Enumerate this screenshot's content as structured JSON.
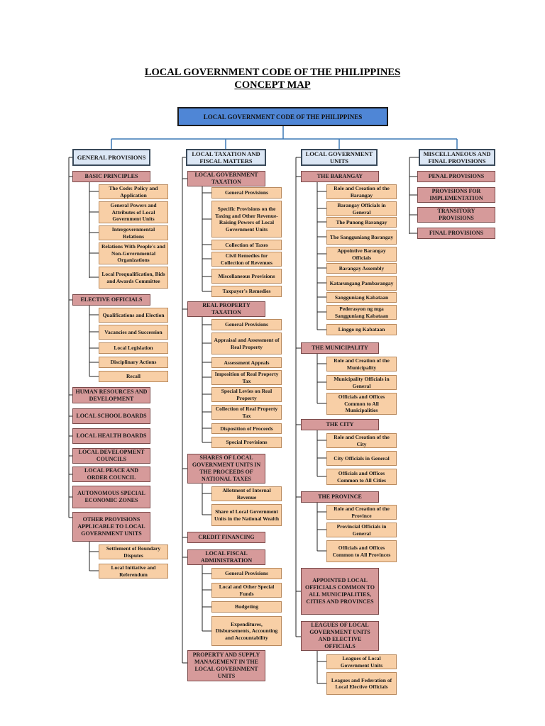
{
  "title": {
    "line1": "LOCAL GOVERNMENT CODE OF THE PHILIPPINES",
    "line2": "CONCEPT MAP"
  },
  "root": "LOCAL GOVERNMENT CODE OF THE PHILIPPINES",
  "general_provisions": {
    "header": "GENERAL PROVISIONS",
    "basic_principles": {
      "label": "BASIC PRINCIPLES",
      "items": [
        "The Code: Policy and Application",
        "General Powers and Attributes of Local Government Units",
        "Intergovernmental Relations",
        "Relations With People's and Non-Governmental Organizations",
        "Local Prequalification, Bids and Awards Committee"
      ]
    },
    "elective_officials": {
      "label": "ELECTIVE OFFICIALS",
      "items": [
        "Qualifications and Election",
        "Vacancies and Succession",
        "Local Legislation",
        "Disciplinary Actions",
        "Recall"
      ]
    },
    "others": [
      "HUMAN RESOURCES AND DEVELOPMENT",
      "LOCAL SCHOOL BOARDS",
      "LOCAL HEALTH BOARDS",
      "LOCAL DEVELOPMENT COUNCILS",
      "LOCAL PEACE AND ORDER COUNCIL",
      "AUTONOMOUS SPECIAL ECONOMIC ZONES"
    ],
    "other_provisions": {
      "label": "OTHER PROVISIONS APPLICABLE TO LOCAL GOVERNMENT UNITS",
      "items": [
        "Settlement of Boundary Disputes",
        "Local Initiative and Referendum"
      ]
    }
  },
  "taxation": {
    "header": "LOCAL TAXATION AND FISCAL MATTERS",
    "lgu_taxation": {
      "label": "LOCAL GOVERNMENT TAXATION",
      "items": [
        "General Provisions",
        "Specific Provisions on the Taxing and Other Revenue-Raising Powers of Local Government Units",
        "Collection of Taxes",
        "Civil Remedies for Collection of Revenues",
        "Miscellaneous Provisions",
        "Taxpayer's Remedies"
      ]
    },
    "real_property": {
      "label": "REAL PROPERTY TAXATION",
      "items": [
        "General Provisions",
        "Appraisal and Assessment of Real Property",
        "Assessment Appeals",
        "Imposition of Real Property Tax",
        "Special Levies on Real Property",
        "Collection of Real Property Tax",
        "Disposition of Proceeds",
        "Special Provisions"
      ]
    },
    "shares": {
      "label": "SHARES OF LOCAL GOVERNMENT UNITS IN THE PROCEEDS OF NATIONAL TAXES",
      "items": [
        "Allotment of Internal Revenue",
        "Share of Local Government Units in the National Wealth"
      ]
    },
    "credit_financing": "CREDIT FINANCING",
    "fiscal_admin": {
      "label": "LOCAL FISCAL ADMINISTRATION",
      "items": [
        "General Provisions",
        "Local and Other Special Funds",
        "Budgeting",
        "Expenditures, Disbursements, Accounting and Accountability"
      ]
    },
    "property_supply": "PROPERTY AND SUPPLY MANAGEMENT IN THE LOCAL GOVERNMENT UNITS"
  },
  "lgu": {
    "header": "LOCAL GOVERNMENT UNITS",
    "barangay": {
      "label": "THE BARANGAY",
      "items": [
        "Role and Creation of the Barangay",
        "Barangay Officials in General",
        "The Punong Barangay",
        "The Sangguniang Barangay",
        "Appointive Barangay Officials",
        "Barangay Assembly",
        "Katarungang Pambarangay",
        "Sangguniang Kabataan",
        "Pederasyon ng mga Sangguniang Kabataan",
        "Linggo ng Kabataan"
      ]
    },
    "municipality": {
      "label": "THE MUNICIPALITY",
      "items": [
        "Role and Creation of the Municipality",
        "Municipality Officials in General",
        "Officials and Offices Common to All Municipalities"
      ]
    },
    "city": {
      "label": "THE CITY",
      "items": [
        "Role and Creation of the City",
        "City Officials in General",
        "Officials and Offices Common to All Cities"
      ]
    },
    "province": {
      "label": "THE PROVINCE",
      "items": [
        "Role and Creation of the Province",
        "Provincial Officials in General",
        "Officials and Offices Common to All Provinces"
      ]
    },
    "appointed": "APPOINTED LOCAL OFFICIALS COMMON TO ALL MUNICIPALITIES, CITIES AND PROVINCES",
    "leagues": {
      "label": "LEAGUES OF LOCAL GOVERNMENT UNITS AND ELECTIVE OFFICIALS",
      "items": [
        "Leagues of Local Government Units",
        "Leagues and Federation of Local Elective Officials"
      ]
    }
  },
  "misc": {
    "header": "MISCELLANEOUS AND FINAL PROVISIONS",
    "items": [
      "PENAL PROVISIONS",
      "PROVISIONS FOR IMPLEMENTATION",
      "TRANSITORY PROVISIONS",
      "FINAL PROVISIONS"
    ]
  }
}
